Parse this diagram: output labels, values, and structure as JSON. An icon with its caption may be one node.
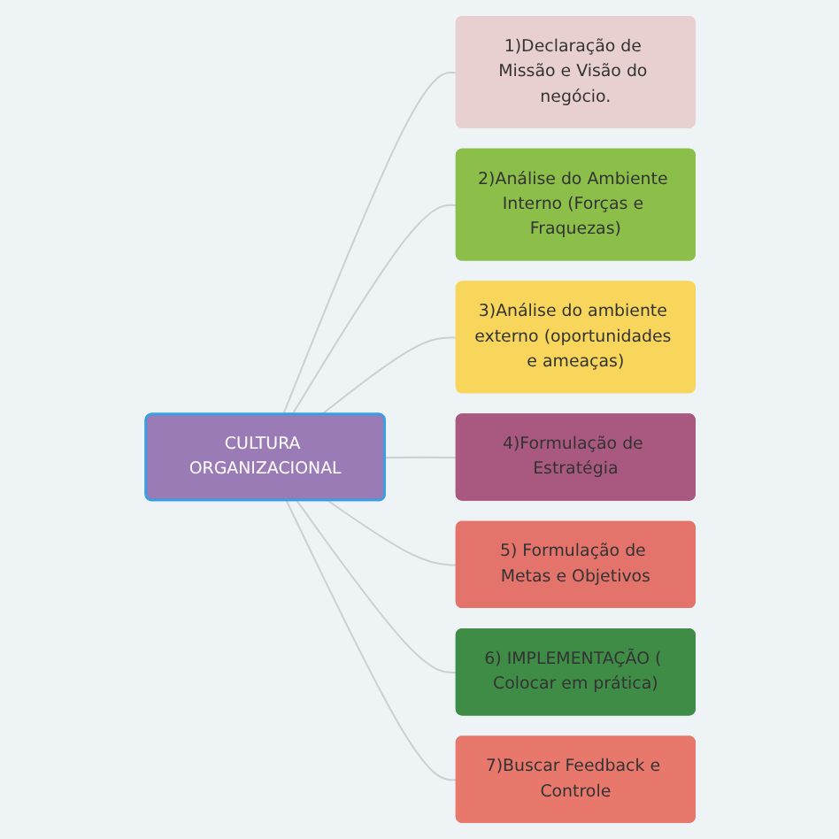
{
  "diagram": {
    "nodes": [
      {
        "text": [
          "CULTURA ORGANIZACIONAL"
        ]
      },
      {
        "text": [
          "2)Análise do Ambiente Interno (Forças e Fraquezas)"
        ]
      },
      {
        "text": [
          "3)Análise do ambiente externo (oportunidades e ameaças)"
        ]
      },
      {
        "text": [
          "1)Declaração de Missão e Visão do negócio."
        ]
      },
      {
        "text": [
          "5) Formulação de Metas e Objetivos"
        ]
      },
      {
        "text": [
          "4)Formulação de Estratégia"
        ]
      },
      {
        "text": [
          "6) IMPLEMENTAÇÃO ( Colocar em prática)"
        ]
      },
      {
        "text": [
          "7)Buscar Feedback e Controle"
        ]
      }
    ],
    "edges": [
      {
        "from": 0,
        "to": 3,
        "arrow": "none"
      },
      {
        "from": 0,
        "to": 1,
        "arrow": "none"
      },
      {
        "from": 0,
        "to": 2,
        "arrow": "none"
      },
      {
        "from": 0,
        "to": 5,
        "arrow": "none"
      },
      {
        "from": 0,
        "to": 4,
        "arrow": "none"
      },
      {
        "from": 0,
        "to": 6,
        "arrow": "none"
      },
      {
        "from": 0,
        "to": 7,
        "arrow": "none"
      }
    ]
  }
}
